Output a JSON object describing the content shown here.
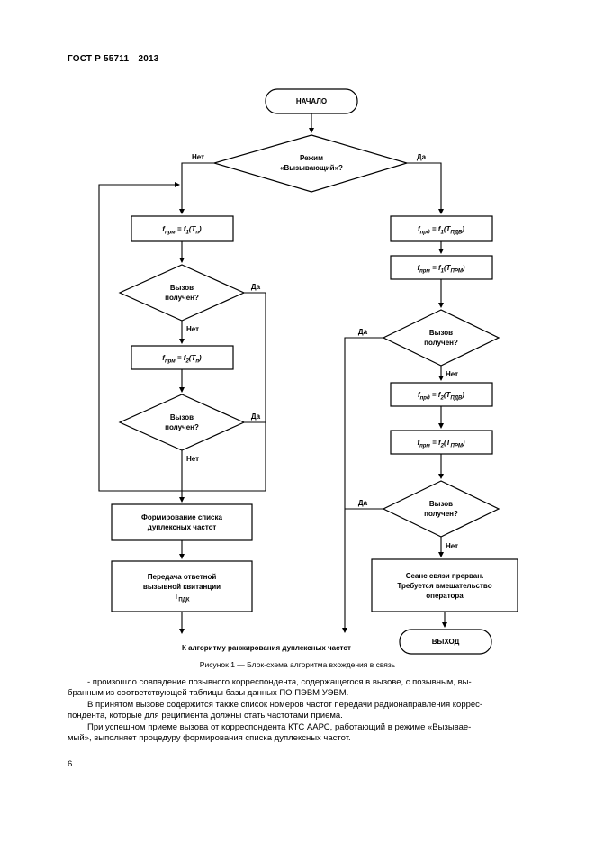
{
  "page": {
    "header": "ГОСТ Р 55711—2013",
    "caption": "Рисунок 1 — Блок-схема алгоритма вхождения в связь",
    "page_number": "6"
  },
  "flowchart": {
    "start_label": "НАЧАЛО",
    "end_label": "ВЫХОД",
    "yes_label": "Да",
    "no_label": "Нет",
    "mode_decision": [
      "Режим",
      "«Вызывающий»?"
    ],
    "call_received": [
      "Вызов",
      "получен?"
    ],
    "left_branch": {
      "set_rx_f1": "f_{прм} = f_{1}(Т_{п})",
      "set_rx_f2": "f_{прм} = f_{2}(Т_{п})",
      "form_duplex_list": [
        "Формирование списка",
        "дуплексных частот"
      ],
      "send_call_receipt": [
        "Передача ответной",
        "вызывной квитанции",
        "Т_{ПДК}"
      ],
      "goto_ranking": "К алгоритму ранжирования дуплексных частот"
    },
    "right_branch": {
      "set_tx_f1": "f_{прд} = f_{1}(Т_{ПДВ})",
      "set_rx_f1": "f_{прм} = f_{1}(Т_{ПРМ})",
      "set_tx_f2": "f_{прд} = f_{2}(Т_{ПДВ})",
      "set_rx_f2": "f_{прм} = f_{2}(Т_{ПРМ})",
      "session_aborted": [
        "Сеанс связи прерван.",
        "Требуется вмешательство",
        "оператора"
      ]
    }
  },
  "body": {
    "paragraphs": [
      [
        "- произошло совпадение позывного корреспондента, содержащегося в вызове, с позывным, вы-",
        "бранным из соответствующей таблицы базы данных ПО ПЭВМ УЭВМ."
      ],
      [
        "В принятом вызове содержится также список номеров частот передачи радионаправления коррес-",
        "пондента, которые для реципиента должны стать частотами приема."
      ],
      [
        "При успешном приеме вызова от корреспондента КТС ААРС, работающий в режиме «Вызывае-",
        "мый», выполняет процедуру формирования списка дуплексных частот."
      ]
    ]
  }
}
